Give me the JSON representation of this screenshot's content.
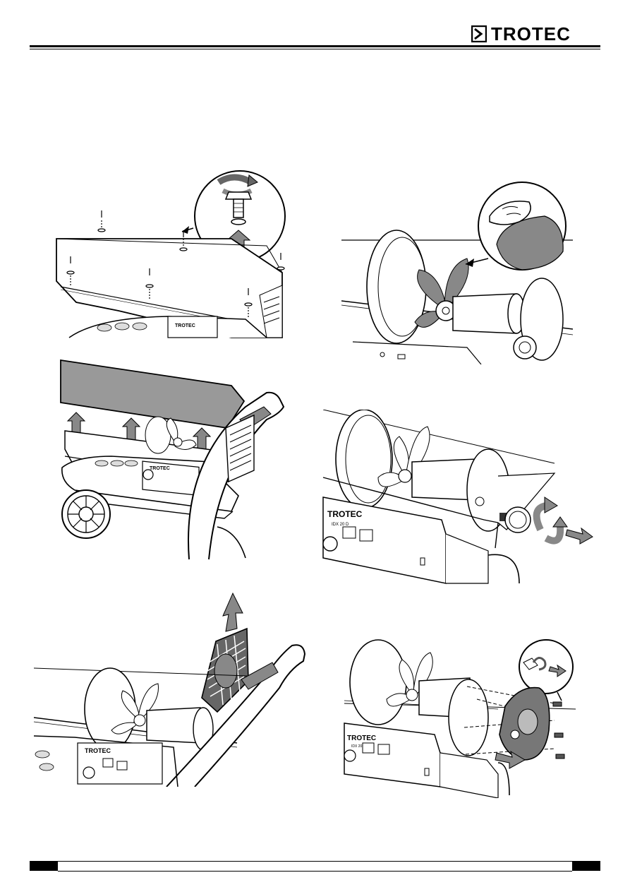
{
  "header": {
    "brand": "TROTEC"
  },
  "figures": [
    {
      "name": "remove-screws",
      "panel_brand": "TROTEC"
    },
    {
      "name": "clean-fan",
      "panel_brand": ""
    },
    {
      "name": "lift-cover",
      "panel_brand": "TROTEC"
    },
    {
      "name": "unscrew-gauge",
      "panel_brand": "TROTEC",
      "panel_model": "IDX 20 D"
    },
    {
      "name": "remove-grille",
      "panel_brand": "TROTEC"
    },
    {
      "name": "remove-end-plate",
      "panel_brand": "TROTEC",
      "panel_model": "IDX 20 D"
    }
  ],
  "footer": {}
}
